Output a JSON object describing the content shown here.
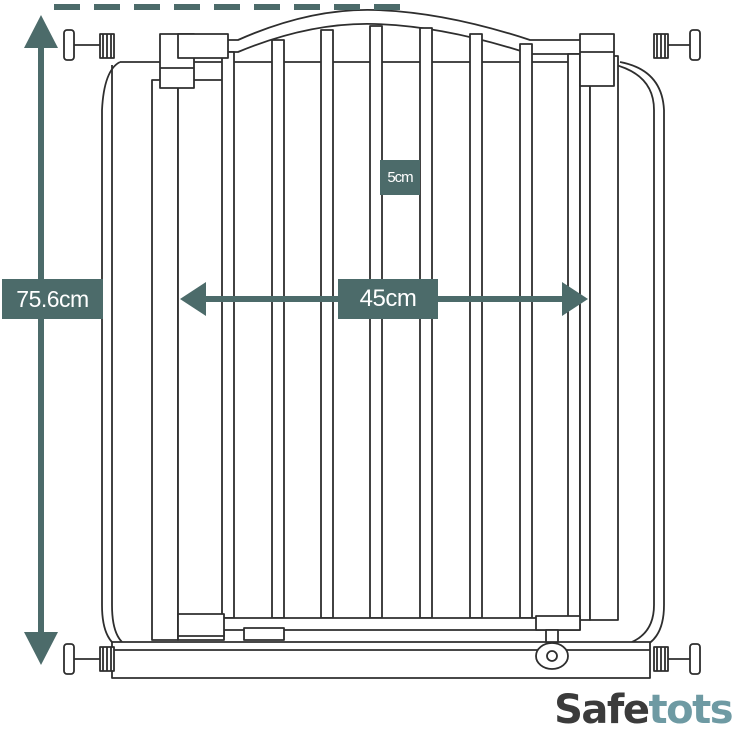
{
  "dimensions": {
    "height": "75.6cm",
    "width": "45cm",
    "bar_spacing": "5cm"
  },
  "brand": {
    "part1": "Safe",
    "part2": "tots"
  },
  "colors": {
    "accent": "#4c6b6a",
    "outline": "#2e2e2e",
    "brand_dark": "#3b3b3b",
    "brand_light": "#6e9aa3"
  }
}
